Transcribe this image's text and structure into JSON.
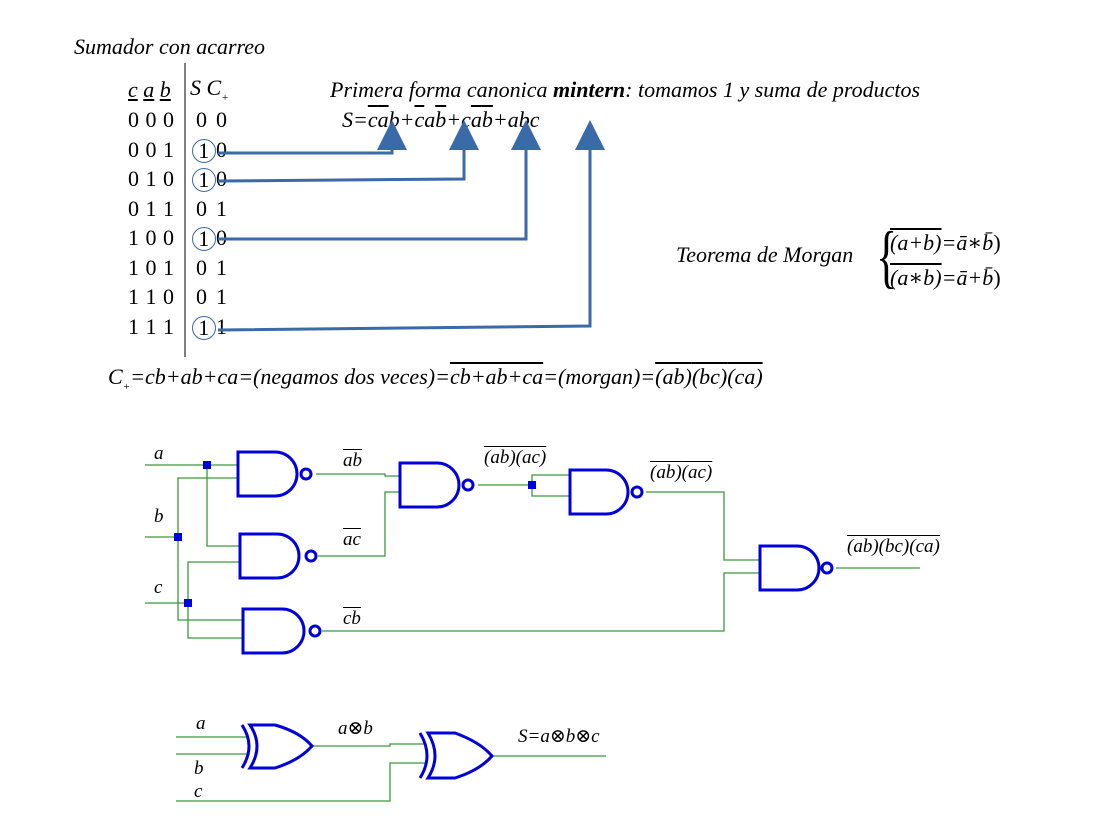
{
  "title": "Sumador con acarreo",
  "table": {
    "headers": {
      "c": "c",
      "a": "a",
      "b": "b",
      "s": "S",
      "cplus": "C",
      "plus_sub": "+"
    },
    "rows": [
      {
        "cab": "0 0 0",
        "s": "0",
        "c": "0",
        "circled": false
      },
      {
        "cab": "0 0 1",
        "s": "1",
        "c": "0",
        "circled": true
      },
      {
        "cab": "0 1 0",
        "s": "1",
        "c": "0",
        "circled": true
      },
      {
        "cab": "0 1 1",
        "s": "0",
        "c": "1",
        "circled": false
      },
      {
        "cab": "1 0 0",
        "s": "1",
        "c": "0",
        "circled": true
      },
      {
        "cab": "1 0 1",
        "s": "0",
        "c": "1",
        "circled": false
      },
      {
        "cab": "1 1 0",
        "s": "0",
        "c": "1",
        "circled": false
      },
      {
        "cab": "1 1 1",
        "s": "1",
        "c": "1",
        "circled": true
      }
    ]
  },
  "canonical": {
    "prefix": "Primera forma canonica ",
    "bold": "mintern",
    "suffix": ": tomamos 1 y suma de productos"
  },
  "sum_eq": {
    "lhs": "S=",
    "terms": [
      "cab",
      "cab",
      "cab",
      "abc"
    ],
    "plus": "+"
  },
  "morgan": {
    "label": "Teorema de Morgan",
    "line1_lhs": "(a+b)",
    "line1_rhs": "=ā∗b̄",
    "line2_lhs": "(a∗b)",
    "line2_rhs": "=ā+b̄"
  },
  "carry_eq": {
    "c": "C",
    "plus_sub": "+",
    "part1": "=cb+ab+ca=(negamos dos veces)=",
    "over": "cb+ab+ca",
    "part2": "=(morgan)=",
    "final": [
      "(ab)",
      "(bc)",
      "(ca)"
    ]
  },
  "nand_circuit": {
    "inputs": [
      "a",
      "b",
      "c"
    ],
    "labels": {
      "ab": "ab",
      "ac": "ac",
      "cb": "cb",
      "abac_top": [
        "(ab)",
        "(ac)"
      ],
      "abac_mid": [
        "(ab)",
        "(ac)"
      ],
      "final": [
        "(ab)",
        "(bc)",
        "(ca)"
      ]
    }
  },
  "xor_circuit": {
    "inputs": [
      "a",
      "b",
      "c"
    ],
    "mid_label": "a⊗b",
    "out_label": "S=a⊗b⊗c"
  },
  "colors": {
    "gate": "#0000dd",
    "wire": "#3a9a3a",
    "arrow": "#3a6aa8",
    "circle": "#3a6aa8"
  }
}
